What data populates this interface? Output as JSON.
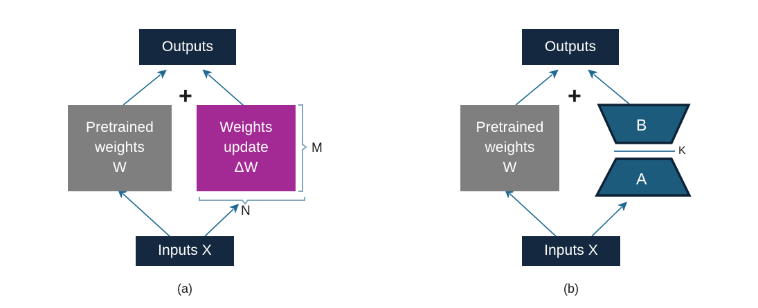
{
  "figure": {
    "background": "#ffffff",
    "colors": {
      "dark_navy": "#14293f",
      "gray": "#7f7f7f",
      "magenta": "#a32a94",
      "arrow_blue": "#1f6a94",
      "bracket_blue": "#7fa7bd",
      "trapezoid_fill": "#1d5b7d",
      "trapezoid_stroke": "#0d2235",
      "text_dark": "#1a1a1a",
      "text_light": "#ffffff"
    }
  },
  "panel_a": {
    "caption": "(a)",
    "outputs_label": "Outputs",
    "pretrained_label": "Pretrained\nweights\nW",
    "pretrained_lines": [
      "Pretrained",
      "weights",
      "W"
    ],
    "update_lines": [
      "Weights",
      "update",
      "ΔW"
    ],
    "plus_symbol": "+",
    "inputs_label": "Inputs X",
    "dim_m": "M",
    "dim_n": "N"
  },
  "panel_b": {
    "caption": "(b)",
    "outputs_label": "Outputs",
    "pretrained_lines": [
      "Pretrained",
      "weights",
      "W"
    ],
    "plus_symbol": "+",
    "inputs_label": "Inputs X",
    "trapezoid_b_label": "B",
    "trapezoid_a_label": "A",
    "dim_k": "K"
  }
}
